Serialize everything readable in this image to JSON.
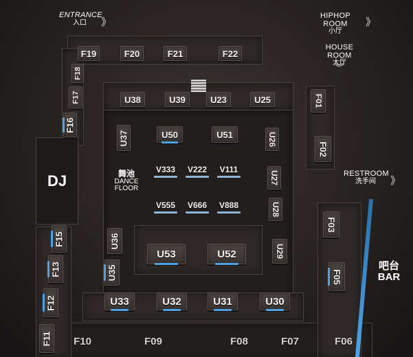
{
  "signs": {
    "entrance": {
      "en": "ENTRANCE",
      "cn": "入口"
    },
    "hiphop": {
      "en": "HIPHOP ROOM",
      "cn": "小厅"
    },
    "house": {
      "en": "HOUSE ROOM",
      "cn": "大厅"
    },
    "restroom": {
      "en": "RESTROOM",
      "cn": "洗手间"
    },
    "bar": {
      "en": "BAR",
      "cn": "吧台"
    },
    "dance_floor": {
      "en": "DANCE FLOOR",
      "cn": "舞池"
    },
    "dj": "DJ"
  },
  "chevrons": {
    "right": "》",
    "down": "︾"
  },
  "booths": {
    "F01": "F01",
    "F02": "F02",
    "F03": "F03",
    "F05": "F05",
    "F06": "F06",
    "F07": "F07",
    "F08": "F08",
    "F09": "F09",
    "F10": "F10",
    "F11": "F11",
    "F12": "F12",
    "F13": "F13",
    "F15": "F15",
    "F16": "F16",
    "F17": "F17",
    "F18": "F18",
    "F19": "F19",
    "F20": "F20",
    "F21": "F21",
    "F22": "F22",
    "U23": "U23",
    "U25": "U25",
    "U26": "U26",
    "U27": "U27",
    "U28": "U28",
    "U29": "U29",
    "U30": "U30",
    "U31": "U31",
    "U32": "U32",
    "U33": "U33",
    "U35": "U35",
    "U36": "U36",
    "U37": "U37",
    "U38": "U38",
    "U39": "U39",
    "U50": "U50",
    "U51": "U51",
    "U52": "U52",
    "U53": "U53",
    "V111": "V111",
    "V222": "V222",
    "V333": "V333",
    "V555": "V555",
    "V666": "V666",
    "V888": "V888"
  },
  "colors": {
    "accent_blue": "#4ea3e6",
    "background": "#2a2523"
  }
}
